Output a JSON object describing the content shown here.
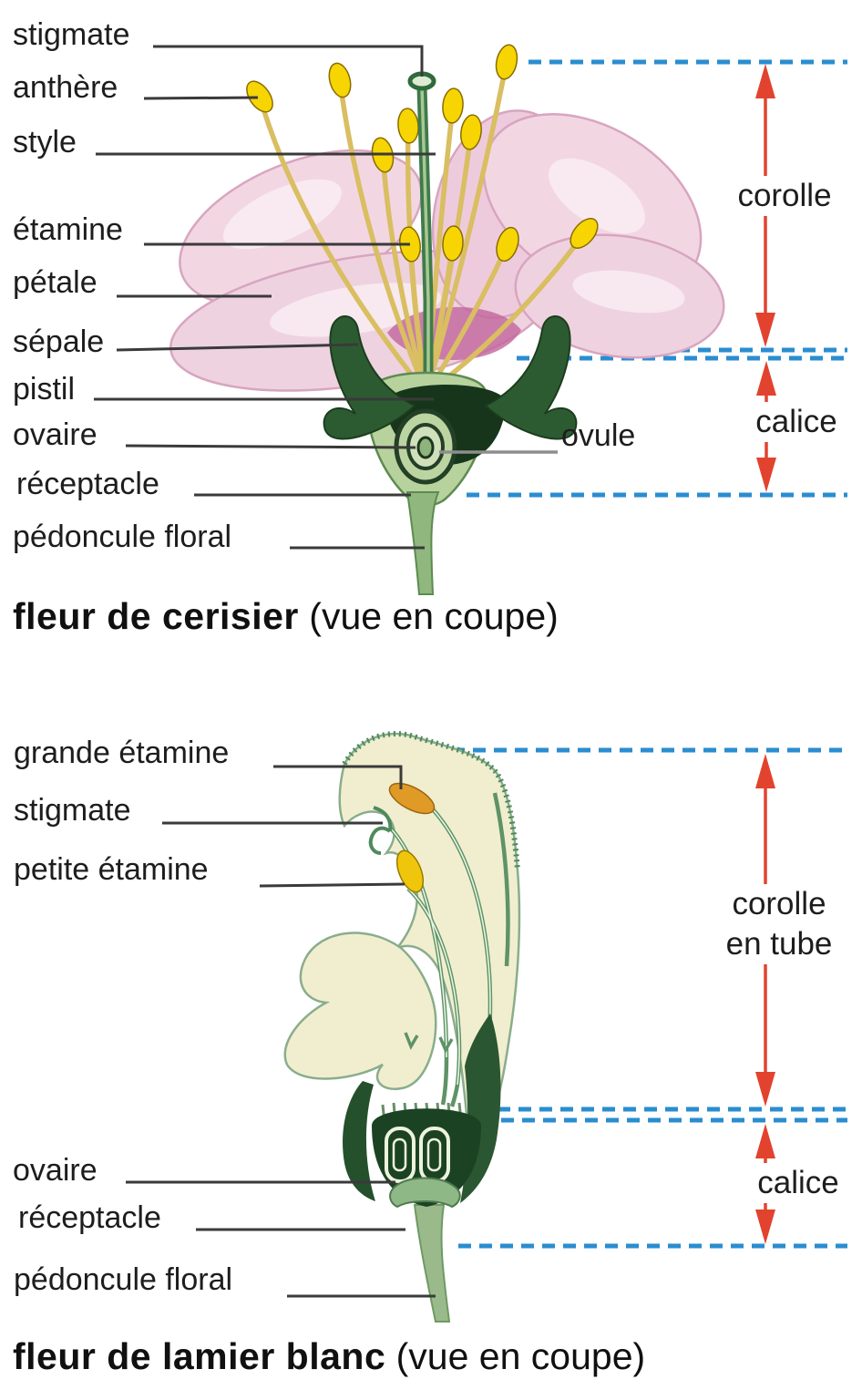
{
  "document": {
    "type": "botanical-diagram",
    "language": "fr",
    "background": "#ffffff"
  },
  "colors": {
    "dash_blue": "#2a8dd0",
    "arrow_red": "#e2432e",
    "leader_dark": "#3a3a3a",
    "leader_gray": "#8e8e8e",
    "label_text": "#1d1d1d",
    "petal_pink": "#f2d7e3",
    "petal_deep_pink": "#c76fa0",
    "anther_yellow": "#f6d503",
    "anther_orange": "#e09a26",
    "sepal_dark_green": "#2d5b31",
    "receptacle_green": "#b8d29e",
    "corolla_cream": "#f1eed0"
  },
  "fig1": {
    "left_labels": [
      "stigmate",
      "anthère",
      "style",
      "étamine",
      "pétale",
      "sépale",
      "pistil",
      "ovaire",
      "réceptacle",
      "pédoncule floral"
    ],
    "right_label": "ovule",
    "range_corolle": "corolle",
    "range_calice": "calice",
    "caption_bold": "fleur de cerisier",
    "caption_normal": "(vue en coupe)"
  },
  "fig2": {
    "left_labels": [
      "grande étamine",
      "stigmate",
      "petite étamine",
      "ovaire",
      "réceptacle",
      "pédoncule floral"
    ],
    "range_corolle_line1": "corolle",
    "range_corolle_line2": "en tube",
    "range_calice": "calice",
    "caption_bold": "fleur de lamier blanc",
    "caption_normal": "(vue en coupe)"
  }
}
